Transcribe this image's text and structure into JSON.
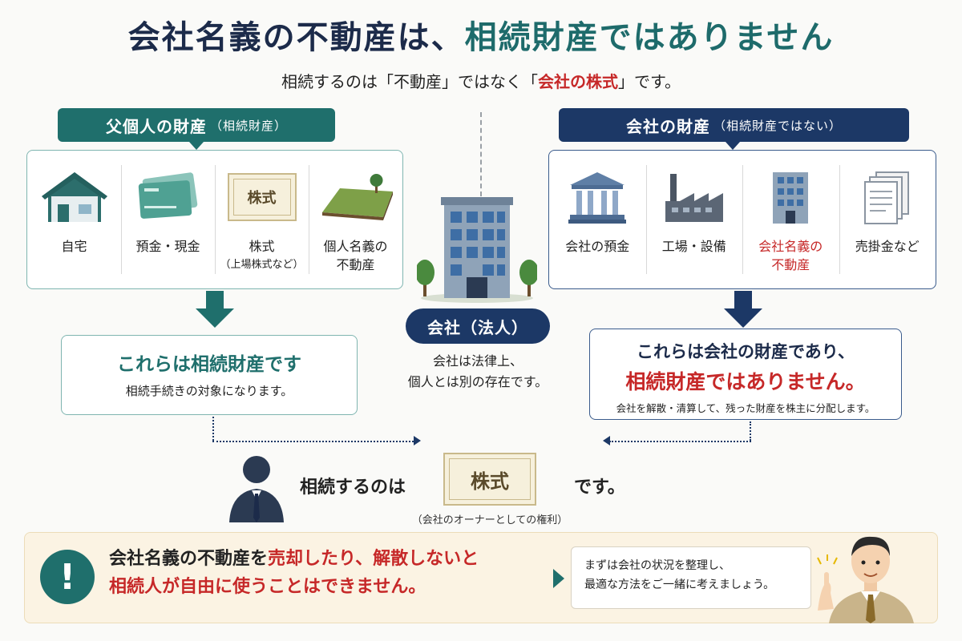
{
  "title": {
    "part1": "会社名義の不動産は、",
    "part2": "相続財産ではありません"
  },
  "subtitle": {
    "part1": "相続するのは「不動産」ではなく「",
    "emph": "会社の株式",
    "part2": "」です。"
  },
  "left": {
    "header": "父個人の財産",
    "header_sub": "（相続財産）",
    "assets": [
      {
        "label": "自宅",
        "icon": "house-icon"
      },
      {
        "label": "預金・現金",
        "icon": "bankbook-icon"
      },
      {
        "label": "株式",
        "sub": "（上場株式など）",
        "icon": "stock-certificate-icon",
        "cert_text": "株式"
      },
      {
        "label": "個人名義の",
        "label2": "不動産",
        "icon": "land-icon"
      }
    ],
    "result_title": "これらは相続財産です",
    "result_note": "相続手続きの対象になります。"
  },
  "center": {
    "label": "会社（法人）",
    "text1": "会社は法律上、",
    "text2": "個人とは別の存在です。"
  },
  "right": {
    "header": "会社の財産",
    "header_sub": "（相続財産ではない）",
    "assets": [
      {
        "label": "会社の預金",
        "icon": "bank-icon"
      },
      {
        "label": "工場・設備",
        "icon": "factory-icon"
      },
      {
        "label": "会社名義の",
        "label2": "不動産",
        "icon": "office-building-icon",
        "highlight": true
      },
      {
        "label": "売掛金など",
        "icon": "documents-icon"
      }
    ],
    "result_line1": "これらは会社の財産であり、",
    "result_line2": "相続財産ではありません。",
    "result_note": "会社を解散・清算して、残った財産を株主に分配します。"
  },
  "inherit": {
    "prefix": "相続するのは",
    "cert_text": "株式",
    "suffix": "です。",
    "note": "（会社のオーナーとしての権利）"
  },
  "banner": {
    "mark": "!",
    "line1_a": "会社名義の不動産を",
    "line1_b": "売却したり、解散しないと",
    "line2_a": "相続人が自由に使うことはできません。",
    "advice1": "まずは会社の状況を整理し、",
    "advice2": "最適な方法をご一緒に考えましょう。"
  },
  "colors": {
    "teal": "#1f6f6c",
    "navy": "#1c3866",
    "red": "#c62828"
  }
}
